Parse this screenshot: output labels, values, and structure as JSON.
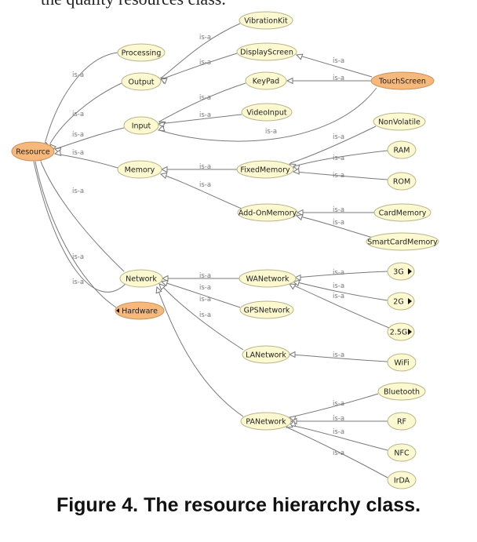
{
  "header_text": "the quality resources class.",
  "caption": "Figure 4. The resource hierarchy class.",
  "edge_label": "is-a",
  "nodes": {
    "processing": "Processing",
    "output": "Output",
    "vibrationkit": "VibrationKit",
    "displayscreen": "DisplayScreen",
    "touchscreen": "TouchScreen",
    "keypad": "KeyPad",
    "videoinput": "VideoInput",
    "input": "Input",
    "resource": "Resource",
    "nonvolatile": "NonVolatile",
    "memory": "Memory",
    "fixedmemory": "FixedMemory",
    "ram": "RAM",
    "rom": "ROM",
    "addonmemory": "Add-OnMemory",
    "cardmemory": "CardMemory",
    "smartcardmemory": "SmartCardMemory",
    "network": "Network",
    "hardware": "Hardware",
    "wanetwork": "WANetwork",
    "g3": "3G",
    "g2": "2G",
    "g25": "2.5G",
    "gpsnetwork": "GPSNetwork",
    "lanetwork": "LANetwork",
    "wifi": "WiFi",
    "panetwork": "PANetwork",
    "bluetooth": "Bluetooth",
    "rf": "RF",
    "nfc": "NFC",
    "irda": "IrDA"
  }
}
